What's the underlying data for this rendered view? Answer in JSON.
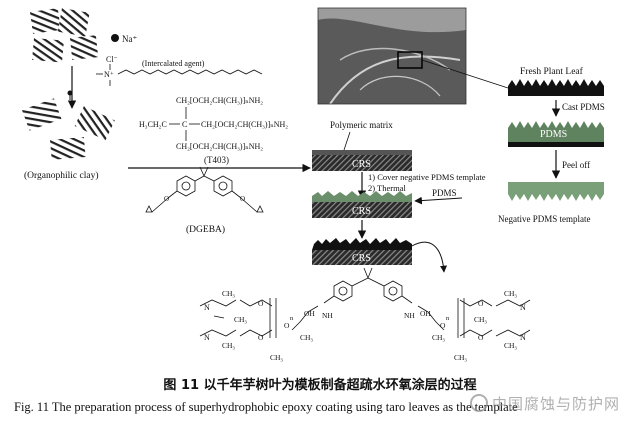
{
  "labels": {
    "na": "Na⁺",
    "cl": "Cl⁻",
    "n_plus": "N⁺",
    "intercalated_agent": "(Intercalated agent)",
    "organophilic_clay": "(Organophilic clay)",
    "t403_line1": "CH₂[OCH₂CH(CH₃)]ₙNH₂",
    "t403_left": "H₃CH₂C",
    "t403_center": "C",
    "t403_line2": "CH₂[OCH₂CH(CH₃)]ₙNH₂",
    "t403_line3": "CH₂[OCH₂CH(CH₃)]ₙNH₂",
    "t403_name": "(T403)",
    "dgeba_name": "(DGEBA)",
    "polymeric_matrix": "Polymeric matrix",
    "crs_1": "CRS",
    "crs_2": "CRS",
    "crs_3": "CRS",
    "step_1": "1) Cover negative PDMS template",
    "step_2": "2) Thermal",
    "pdms_arrow": "PDMS",
    "fresh_leaf": "Fresh Plant Leaf",
    "cast_pdms": "Cast PDMS",
    "pdms_block": "PDMS",
    "peel_off": "Peel off",
    "negative_template": "Negative PDMS template",
    "ch3": "CH₃",
    "oh": "OH",
    "nh": "NH",
    "n": "N",
    "o": "O",
    "sub_n": "n"
  },
  "caption": {
    "chinese": "图 11   以千年芋树叶为模板制备超疏水环氧涂层的过程",
    "english": "Fig. 11 The preparation process of superhydrophobic epoxy coating using taro leaves as the template"
  },
  "watermark": "中国腐蚀与防护网",
  "icons": [
    "clay-stack-icon",
    "sodium-ion-icon",
    "leaf-photo",
    "magnifier-box-icon"
  ]
}
